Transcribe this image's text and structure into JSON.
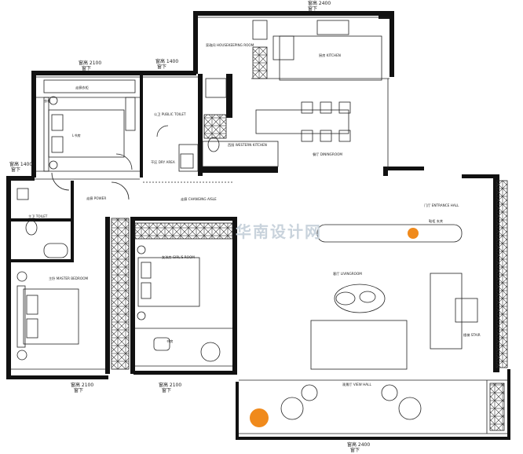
{
  "dimensions": {
    "top": {
      "a": "窗高 2400",
      "b": "窗下"
    },
    "left_top": {
      "a": "窗高 2100",
      "b": "窗下"
    },
    "mid_top": {
      "a": "窗高 1400",
      "b": "窗下"
    },
    "left_mid": {
      "a": "窗高 1400",
      "b": "窗下"
    },
    "bottom_left": {
      "a": "窗高 2100",
      "b": "窗下"
    },
    "bottom_mid": {
      "a": "窗高 2100",
      "b": "窗下"
    },
    "bottom_right": {
      "a": "窗高 2400",
      "b": "窗下"
    }
  },
  "rooms": {
    "housekeeping": "家政间 HOUSEKEEPING ROOM",
    "kitchen": "厨房 KITCHEN",
    "western_kitchen": "西厨 WESTERN KITCHEN",
    "diningroom": "餐厅 DININGROOM",
    "public_toilet": "公卫 PUBLIC TOILET",
    "dry_area": "干区 DRY AREA",
    "study": "L书房",
    "corridor_top": "走廊衣柜",
    "closet": "衣柜",
    "changing_aisle": "走廊 CHANGING AISLE",
    "entrance_hall": "门厅 ENTRANCE HALL",
    "shoe": "鞋柜 玄关",
    "toilet": "主卫 TOILET",
    "power": "走廊 POWER",
    "master_bedroom": "主卧 MASTER BEDROOM",
    "girls_room": "女孩房 GIRL'S ROOM",
    "livingroom": "客厅 LIVINGROOM",
    "study_bottom": "书房",
    "stair": "楼梯 STAIR",
    "view_hall": "观景厅 VIEW HALL"
  },
  "watermark": "华南设计网"
}
